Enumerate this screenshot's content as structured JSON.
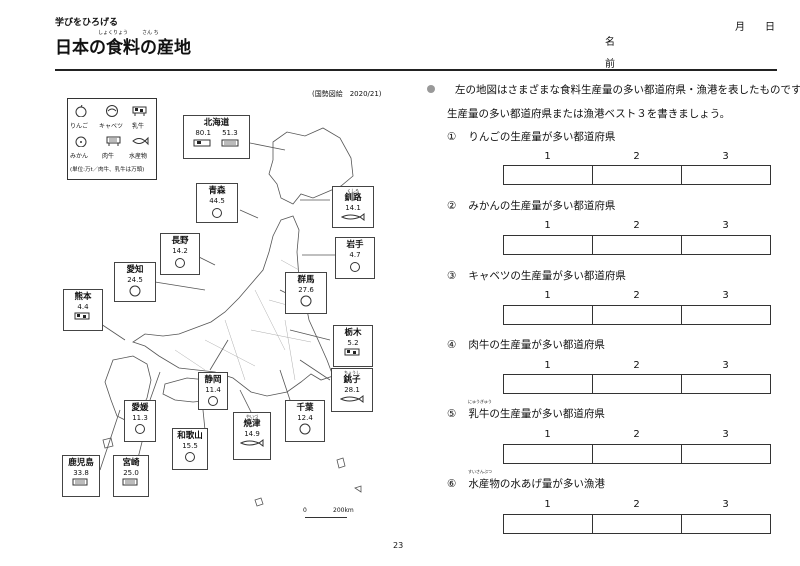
{
  "header": {
    "series": "学びをひろげる",
    "title": "日本の食料の産地",
    "furigana_shokuryou": "しょくりょう",
    "furigana_sanchi": "さん ち",
    "month": "月",
    "day": "日",
    "name_label": "名",
    "name_label2": "前"
  },
  "map": {
    "source": "(国勢図絵　2020/21)",
    "legend": {
      "items": [
        "りんご",
        "キャベツ",
        "乳牛",
        "みかん",
        "肉牛",
        "水産物"
      ],
      "note": "(単位:万t／肉牛、乳牛は万頭)"
    },
    "prefectures": [
      {
        "name": "北海道",
        "values": [
          "80.1",
          "51.3"
        ]
      },
      {
        "name": "青森",
        "values": [
          "44.5"
        ]
      },
      {
        "name": "釧路",
        "values": [
          "14.1"
        ],
        "ruby": "くしろ"
      },
      {
        "name": "長野",
        "values": [
          "14.2"
        ]
      },
      {
        "name": "岩手",
        "values": [
          "4.7"
        ]
      },
      {
        "name": "愛知",
        "values": [
          "24.5"
        ]
      },
      {
        "name": "群馬",
        "values": [
          "27.6"
        ]
      },
      {
        "name": "熊本",
        "values": [
          "4.4"
        ]
      },
      {
        "name": "栃木",
        "values": [
          "5.2"
        ]
      },
      {
        "name": "銚子",
        "values": [
          "28.1"
        ],
        "ruby": "ちょうし"
      },
      {
        "name": "静岡",
        "values": [
          "11.4"
        ]
      },
      {
        "name": "愛媛",
        "values": [
          "11.3"
        ]
      },
      {
        "name": "千葉",
        "values": [
          "12.4"
        ]
      },
      {
        "name": "和歌山",
        "values": [
          "15.5"
        ]
      },
      {
        "name": "焼津",
        "values": [
          "14.9"
        ],
        "ruby": "やいづ"
      },
      {
        "name": "鹿児島",
        "values": [
          "33.8"
        ]
      },
      {
        "name": "宮崎",
        "values": [
          "25.0"
        ]
      }
    ],
    "scale": {
      "zero": "0",
      "distance": "200km"
    }
  },
  "instructions": {
    "line1": "左の地図はさまざまな食料生産量の多い都道府県・漁港を表したものです。",
    "line2": "生産量の多い都道府県または漁港ベスト３を書きましょう。"
  },
  "column_labels": [
    "1",
    "2",
    "3"
  ],
  "questions": [
    {
      "num": "①",
      "text": "りんごの生産量が多い都道府県"
    },
    {
      "num": "②",
      "text": "みかんの生産量が多い都道府県"
    },
    {
      "num": "③",
      "text": "キャベツの生産量が多い都道府県"
    },
    {
      "num": "④",
      "text": "肉牛の生産量が多い都道府県"
    },
    {
      "num": "⑤",
      "text": "乳牛の生産量が多い都道府県"
    },
    {
      "num": "⑥",
      "text": "水産物の水あげ量が多い漁港"
    }
  ],
  "page_number": "23"
}
